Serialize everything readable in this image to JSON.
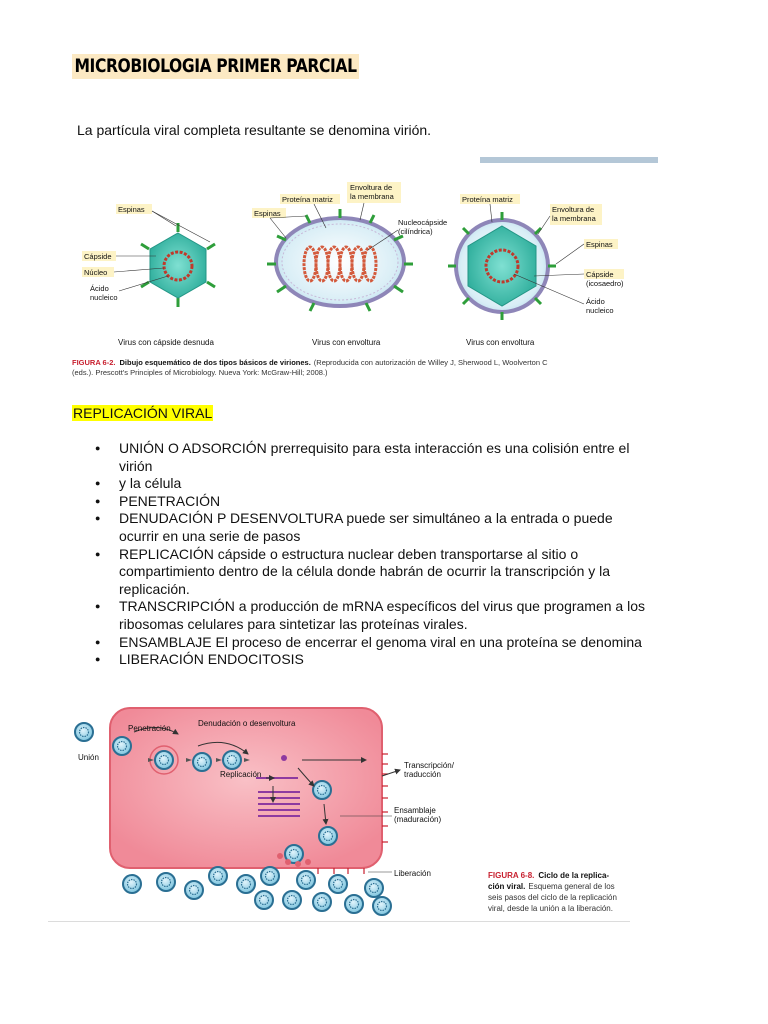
{
  "doc": {
    "title": "MICROBIOLOGIA PRIMER PARCIAL",
    "intro": "La partícula viral completa resultante se denomina virión.",
    "section_heading": "REPLICACIÓN VIRAL",
    "steps": [
      "UNIÓN O ADSORCIÓN prerrequisito para esta interacción es una colisión entre el virión",
      "y la célula",
      "PENETRACIÓN",
      "DENUDACIÓN P DESENVOLTURA  puede ser simultáneo a la entrada o puede ocurrir en una serie de pasos",
      "REPLICACIÓN cápside o estructura nuclear deben transportarse al sitio o compartimiento dentro de la célula donde habrán de ocurrir la transcripción y la replicación.",
      "TRANSCRIPCIÓN a producción de mRNA específicos del virus que programen a los ribosomas celulares para sintetizar las proteínas virales.",
      "ENSAMBLAJE El proceso de encerrar el genoma viral en una proteína se denomina",
      "LIBERACIÓN ENDOCITOSIS"
    ]
  },
  "figure1": {
    "labels": {
      "espinas": "Espinas",
      "capside": "Cápside",
      "nucleo": "Núcleo",
      "acido": "Ácido",
      "nucleico": "nucleico",
      "proteina_matriz": "Proteína matriz",
      "envoltura1": "Envoltura de",
      "envoltura2": "la membrana",
      "espinas2": "Espinas",
      "nucleocapside1": "Nucleocápside",
      "nucleocapside2": "(cilíndrica)",
      "proteina_matriz3": "Proteína matriz",
      "envoltura3a": "Envoltura de",
      "envoltura3b": "la membrana",
      "espinas3": "Espinas",
      "capside3": "Cápside",
      "icosaedro": "(icosaedro)",
      "acido3": "Ácido",
      "nucleico3": "nucleico"
    },
    "sub_labels": [
      "Virus con cápside desnuda",
      "Virus con envoltura",
      "Virus con envoltura"
    ],
    "caption_num": "FIGURA 6-2.",
    "caption_bold": "Dibujo esquemático de dos tipos básicos de viriones.",
    "caption_line1": "(Reproducida con autorización de Willey J, Sherwood L, Woolverton C",
    "caption_line2": "(eds.). Prescott's Principles of Microbiology. Nueva York: McGraw-Hill; 2008.)"
  },
  "figure2": {
    "labels": {
      "penetracion": "Penetración",
      "denudacion": "Denudación o desenvoltura",
      "union": "Unión",
      "replicacion": "Replicación",
      "transcripcion1": "Transcripción/",
      "transcripcion2": "traducción",
      "ensamblaje1": "Ensamblaje",
      "ensamblaje2": "(maduración)",
      "liberacion": "Liberación"
    },
    "caption_num": "FIGURA 6-8.",
    "caption_bold1": "Ciclo de la replica-",
    "caption_bold2": "ción viral.",
    "caption_text1": "Esquema general de los",
    "caption_text2": "seis pasos del ciclo de la replicación",
    "caption_text3": "viral, desde la unión a la liberación."
  },
  "colors": {
    "title_highlight": "#fce9c3",
    "section_highlight": "#ffff00",
    "capsid_teal": "#3fbfae",
    "spike_green": "#2e9e3a",
    "envelope_purple": "#8e86b8",
    "cell_pink": "#f5a5b0",
    "caption_red": "#c8202f"
  }
}
